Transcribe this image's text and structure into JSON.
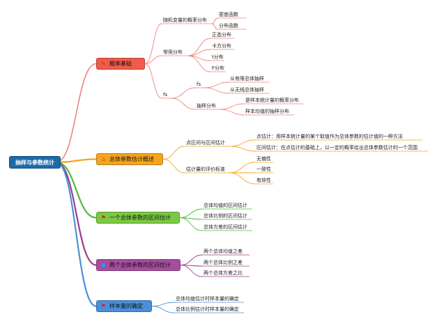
{
  "root": {
    "label": "抽样与参数统计"
  },
  "branches": [
    {
      "label": "概率基础",
      "icon": "tools-icon",
      "color": "#f25a4a",
      "line": "#f08080"
    },
    {
      "label": "总体参数估计概述",
      "icon": "house-icon",
      "color": "#f5a51c",
      "line": "#f5a51c"
    },
    {
      "label": "一个总体参数的区间估计",
      "icon": "flag-icon",
      "color": "#7ac943",
      "line": "#4dbb3c"
    },
    {
      "label": "两个总体参数的区间估计",
      "icon": "globe-icon",
      "color": "#a64d9e",
      "line": "#9b3b8e"
    },
    {
      "label": "样本量的确定",
      "icon": "flag-icon",
      "color": "#4a90d9",
      "line": "#4a90d9"
    }
  ],
  "texts": {
    "b1_1": "随机变量的概率分布",
    "b1_1_1": "密度函数",
    "b1_1_2": "分布函数",
    "b1_2": "常用分布",
    "b1_2_1": "正态分布",
    "b1_2_2": "卡方分布",
    "b1_2_3": "t分布",
    "b1_2_4": "F分布",
    "b1_3": "fs",
    "b1_3_1": "fs",
    "b1_3_1_1": "从有限总体抽样",
    "b1_3_1_2": "从无线总体抽样",
    "b1_3_2": "抽样分布",
    "b1_3_2_1": "是样本统计量的概率分布",
    "b1_3_2_2": "样本均值的抽样分布",
    "b2_1": "点区间与区间估计",
    "b2_1_1": "点估计：用样本统计量的某个取值作为总体参数的估计值的一种方法",
    "b2_1_2": "区间估计：在点估计的基础上，以一定的概率给出总体参数估计的一个范围",
    "b2_2": "估计量的评价标准",
    "b2_2_1": "无偏性",
    "b2_2_2": "一致性",
    "b2_2_3": "有效性",
    "b3_1": "总体均值的区间估计",
    "b3_2": "总体比例的区间估计",
    "b3_3": "总体方差的区间估计",
    "b4_1": "两个总体均值之差",
    "b4_2": "两个总体比例之差",
    "b4_3": "两个总体方差之比",
    "b5_1": "总体均值估计时样本量的确定",
    "b5_2": "总体比例估计时样本量的确定"
  }
}
